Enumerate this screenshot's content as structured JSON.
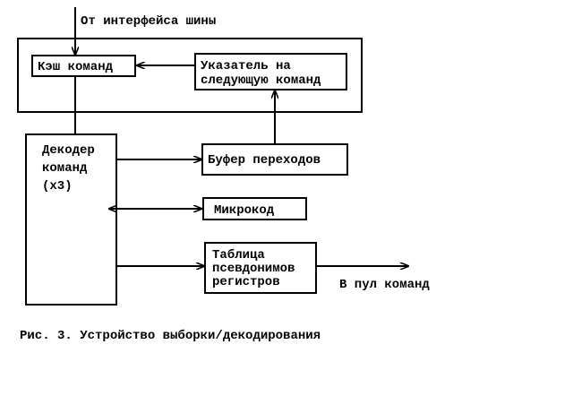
{
  "bus_input_label": "От интерфейса шины",
  "fetch_unit": {
    "cache_label": "Кэш команд",
    "pointer_label": [
      "Указатель на",
      "следующую команд"
    ]
  },
  "decoder": {
    "label": [
      "Декодер",
      "команд",
      "(x3)"
    ]
  },
  "branch_buffer_label": "Буфер переходов",
  "microcode_label": "Микрокод",
  "alias_table": {
    "label": [
      "Таблица",
      "псевдонимов",
      "регистров"
    ]
  },
  "output_label": "В пул команд",
  "caption": "Рис. 3. Устройство выборки/декодирования"
}
